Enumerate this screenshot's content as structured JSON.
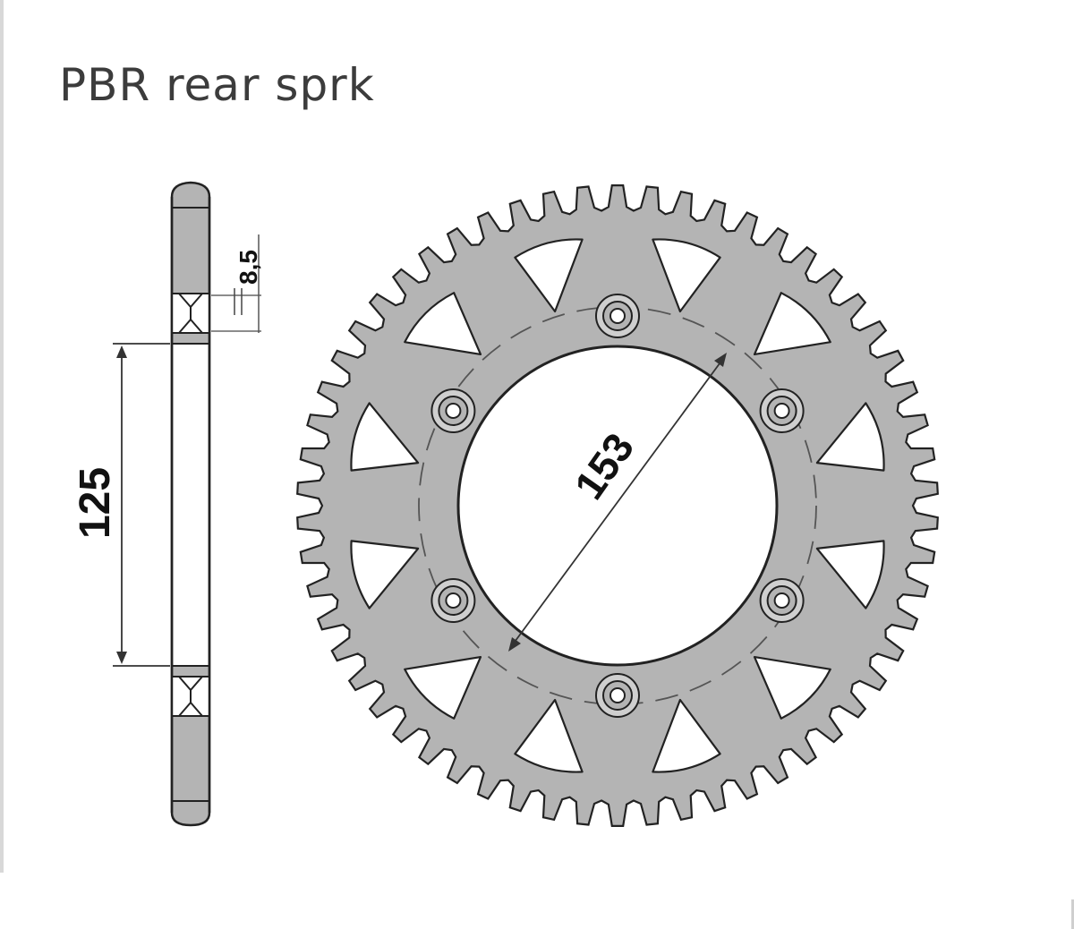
{
  "title": "PBR rear sprk",
  "dimensions": {
    "thickness": "8,5",
    "bolt_circle": "125",
    "center_bore": "153"
  },
  "sprocket": {
    "teeth": 58,
    "bolt_holes": 6,
    "cutouts": 12
  },
  "colors": {
    "metal": "#b4b4b4",
    "outline": "#222222",
    "background": "#ffffff"
  }
}
